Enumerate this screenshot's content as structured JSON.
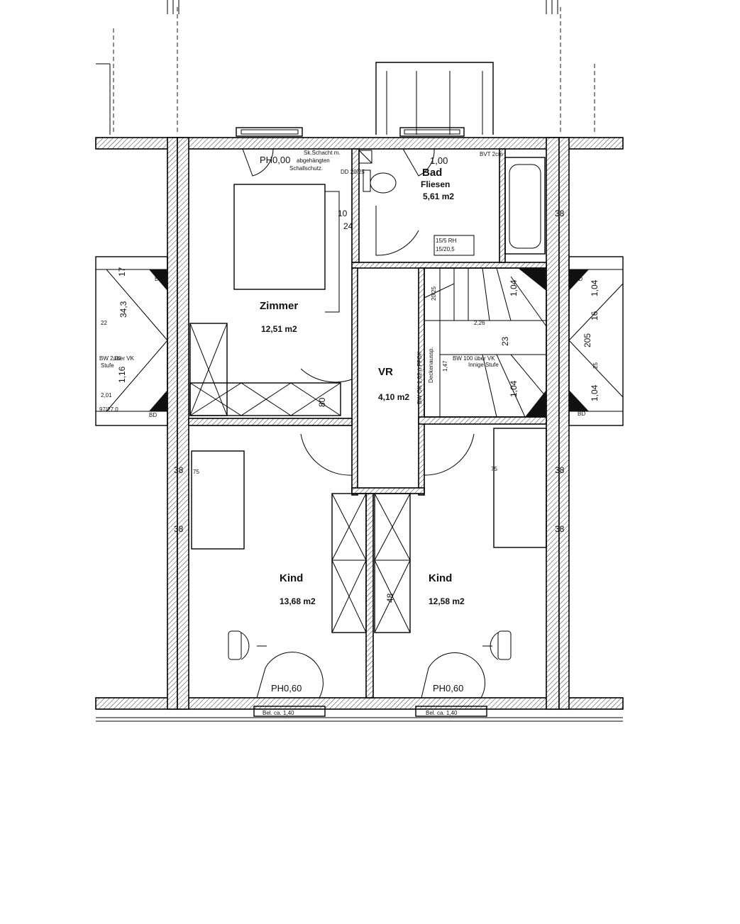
{
  "rooms": {
    "zimmer": {
      "name": "Zimmer",
      "area": "12,51 m2"
    },
    "bad": {
      "name": "Bad",
      "finish": "Fliesen",
      "area": "5,61 m2"
    },
    "vr": {
      "name": "VR",
      "area": "4,10 m2"
    },
    "kind_left": {
      "name": "Kind",
      "area": "13,68 m2"
    },
    "kind_right": {
      "name": "Kind",
      "area": "12,58 m2"
    }
  },
  "windows": {
    "top_left": "PH0,00",
    "top_right": "1,00",
    "bottom_left": "PH0,60",
    "bottom_right": "PH0,60",
    "bottom_left_note": "Bel. ca. 1,40",
    "bottom_right_note": "Bel. ca. 1,40"
  },
  "dimensions": {
    "d10": "10",
    "d24": "24",
    "d38_right_top": "38",
    "d38_left_mid": "38",
    "d38_left_low": "38",
    "d38_right_mid": "38",
    "d38_right_low": "38",
    "d104_a": "1,04",
    "d104_b": "1,04",
    "d104_c": "1,04",
    "d104_d": "1,04",
    "d23": "23",
    "d16": "16",
    "d205": "205",
    "d48": "48",
    "d80": "80",
    "d17": "17",
    "d343": "34,3",
    "d22": "22",
    "d201": "2,01",
    "d1161": "1,16",
    "d25": "25",
    "d75a": "75",
    "d75b": "75"
  },
  "notes": {
    "shaft1": "Sk.Schacht m.",
    "shaft2": "abgehängten",
    "shaft3": "Schallschutz.",
    "dd": "DD 20/25",
    "bvt": "BVT 2cm",
    "rh1": "15/5 RH",
    "rh2": "15/20,5",
    "deckenaussp": "Deckenaussp.",
    "fbok": "BW OK 1,02 ü FFOK",
    "stair_top": "BW 100 über VK",
    "stair_top2": "Innige Stufe",
    "stair_left": "BW 2,00",
    "stair_left2": "über VK",
    "stair_left3": "Stufe",
    "dr1": "2,26",
    "dr2": "1,47",
    "dr3": "20/25",
    "dr4": "97/27,0",
    "bd1": "BD",
    "bd2": "BD",
    "bd3": "BD",
    "bd4": "BD",
    "bd5": "BD",
    "bd6": "BD"
  }
}
